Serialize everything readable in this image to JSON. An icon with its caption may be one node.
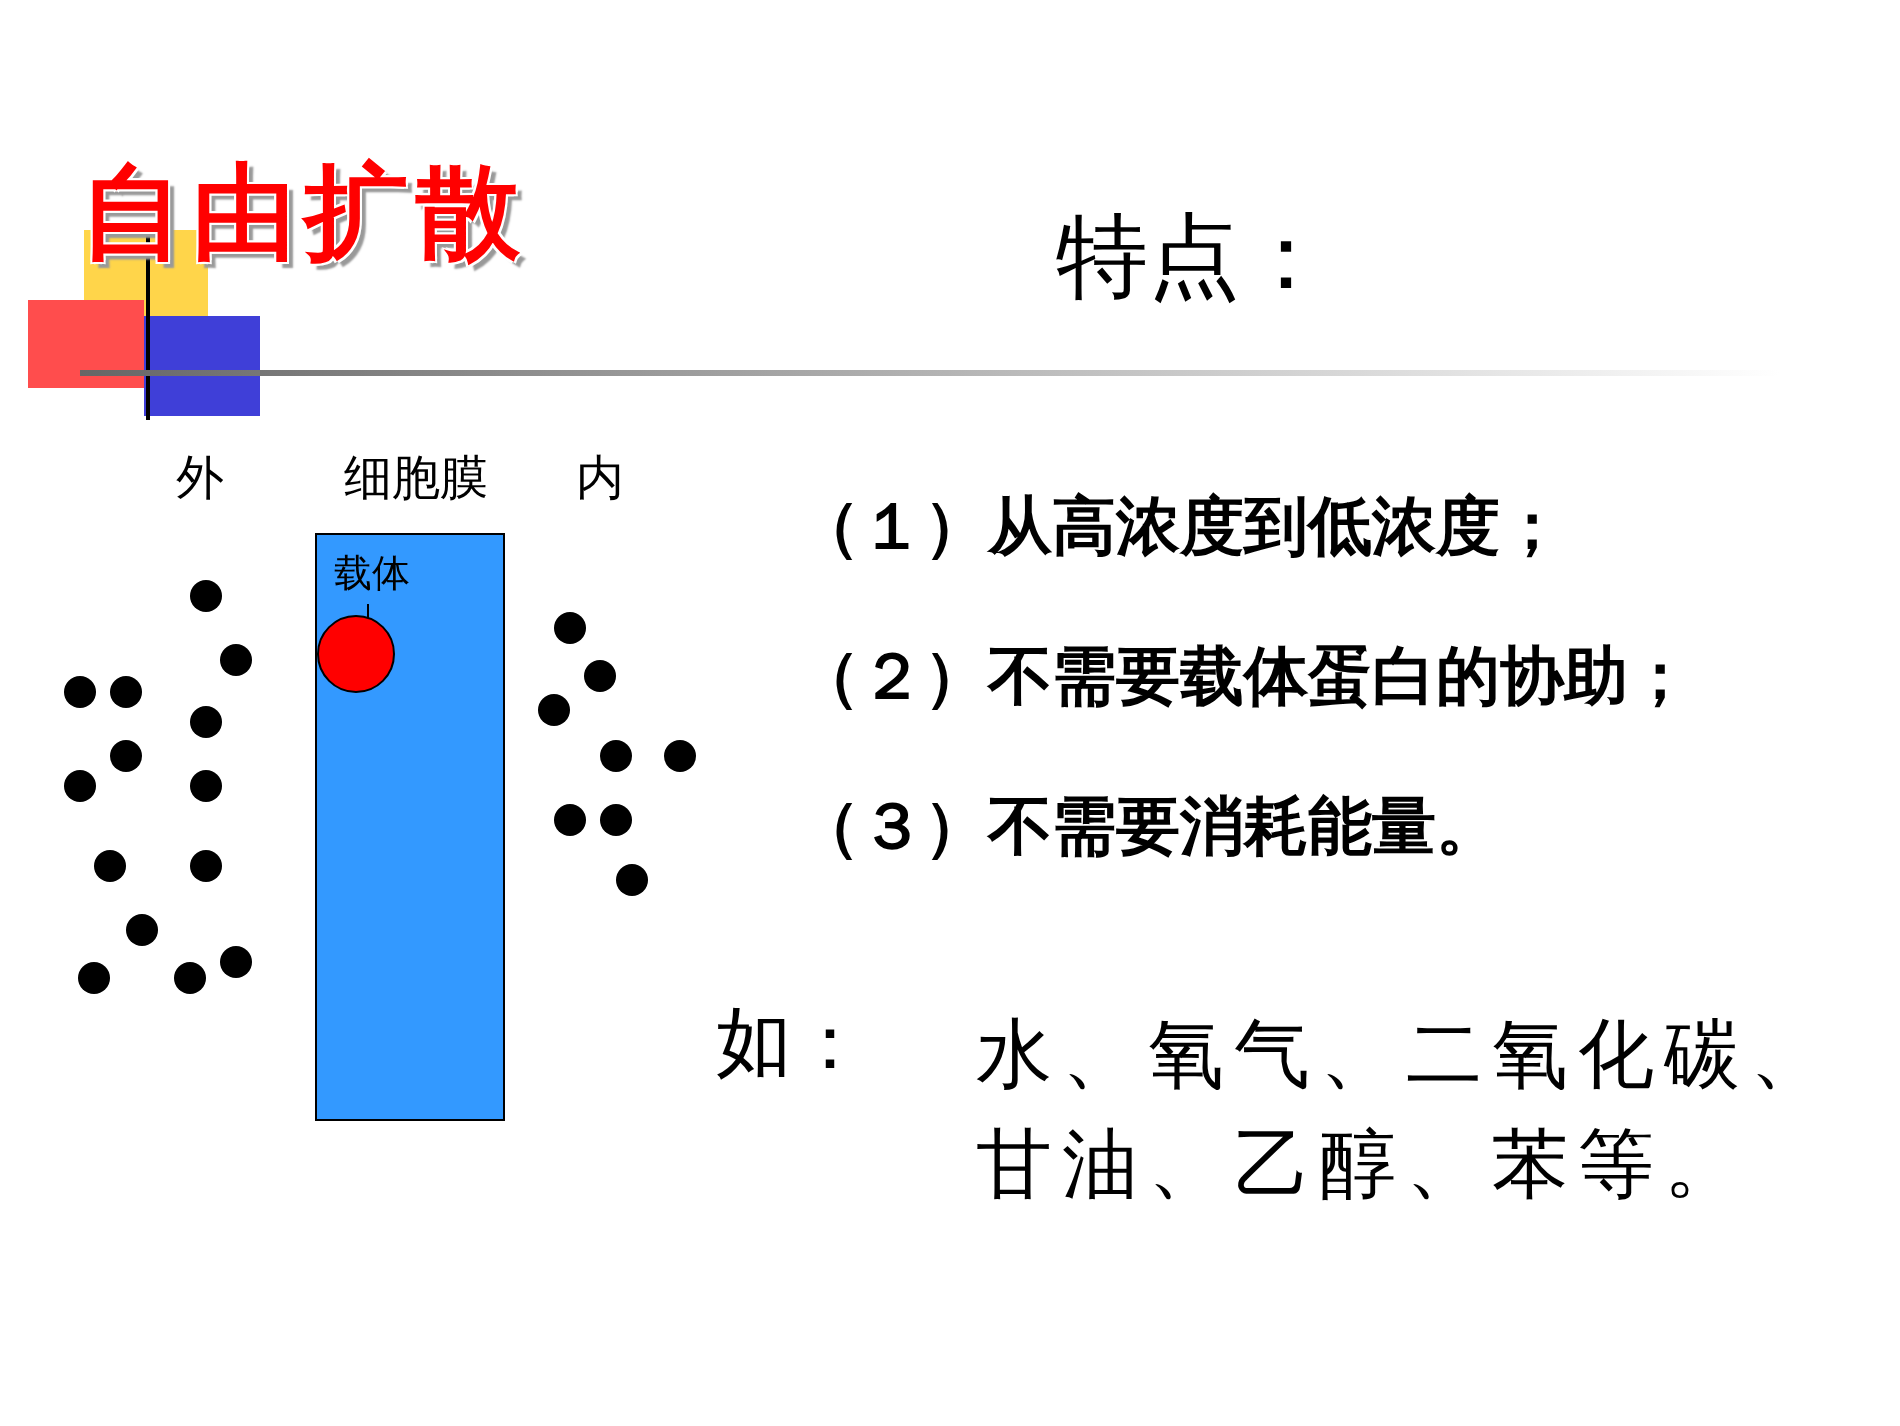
{
  "diagram": {
    "title": "自由扩散",
    "labels": [
      "特点：",
      "外",
      "细胞膜",
      "内",
      "载体",
      "（１）从高浓度到低浓度；",
      "（２）不需要载体蛋白的协助；",
      "（３）不需要消耗能量。",
      "如：",
      "水、氧气、二氧化碳、甘油、乙醇、苯等。"
    ]
  }
}
